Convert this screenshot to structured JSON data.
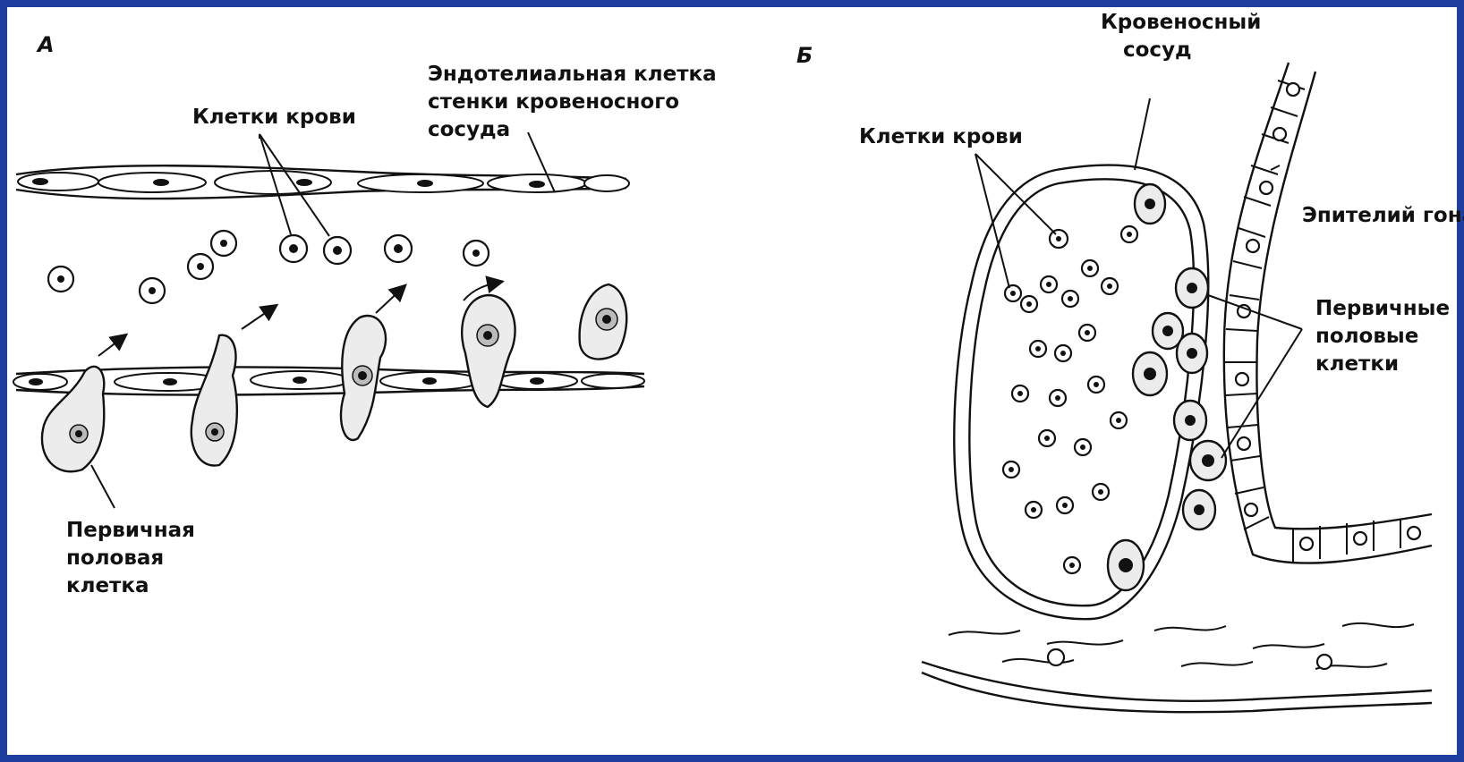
{
  "panels": {
    "a": {
      "marker": "A",
      "labels": {
        "blood_cells": "Клетки крови",
        "endothelial_1": "Эндотелиальная клетка",
        "endothelial_2": "стенки кровеносного",
        "endothelial_3": "сосуда",
        "germ_cell_1": "Первичная",
        "germ_cell_2": "половая",
        "germ_cell_3": "клетка"
      }
    },
    "b": {
      "marker": "Б",
      "labels": {
        "vessel_1": "Кровеносный",
        "vessel_2": "сосуд",
        "blood_cells": "Клетки крови",
        "gonad_epithelium": "Эпителий гонад",
        "germ_cells_1": "Первичные",
        "germ_cells_2": "половые",
        "germ_cells_3": "клетки"
      }
    }
  },
  "colors": {
    "frame": "#1f3fa0",
    "background": "#ffffff",
    "ink": "#111111"
  }
}
